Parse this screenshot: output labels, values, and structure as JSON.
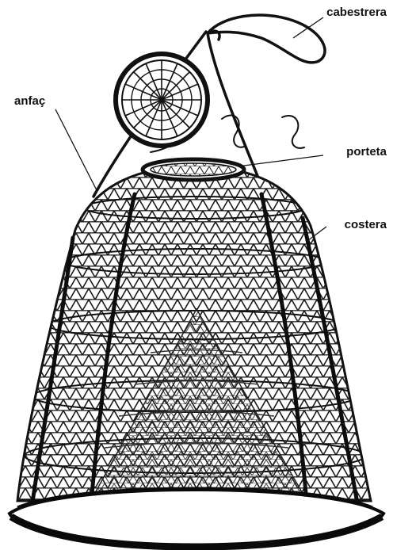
{
  "labels": {
    "cabestrera": "cabestrera",
    "anfac": "anfaç",
    "porteta": "porteta",
    "costera": "costera"
  },
  "colors": {
    "ink": "#111111",
    "background": "#ffffff"
  }
}
